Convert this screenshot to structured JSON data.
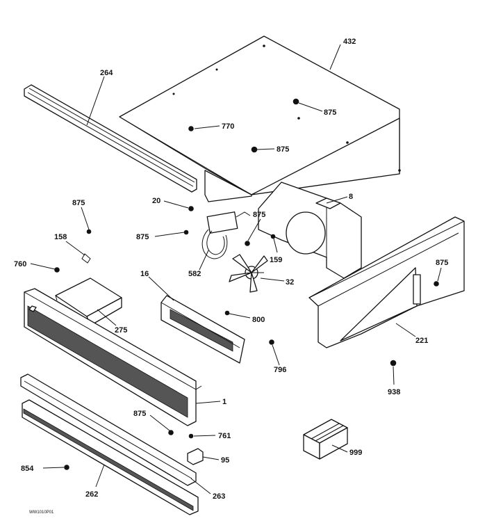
{
  "diagram": {
    "figure_code": "WW1010P01",
    "callouts": {
      "c432": "432",
      "c264": "264",
      "c875_a": "875",
      "c770": "770",
      "c875_b": "875",
      "c20": "20",
      "c8": "8",
      "c875_c": "875",
      "c875_d": "875",
      "c875_e": "875",
      "c158": "158",
      "c582": "582",
      "c159": "159",
      "c760": "760",
      "c16": "16",
      "c32": "32",
      "c875_f": "875",
      "c275": "275",
      "c800": "800",
      "c221": "221",
      "c796": "796",
      "c1": "1",
      "c938": "938",
      "c875_g": "875",
      "c761": "761",
      "c95": "95",
      "c999": "999",
      "c854": "854",
      "c262": "262",
      "c263": "263"
    }
  }
}
